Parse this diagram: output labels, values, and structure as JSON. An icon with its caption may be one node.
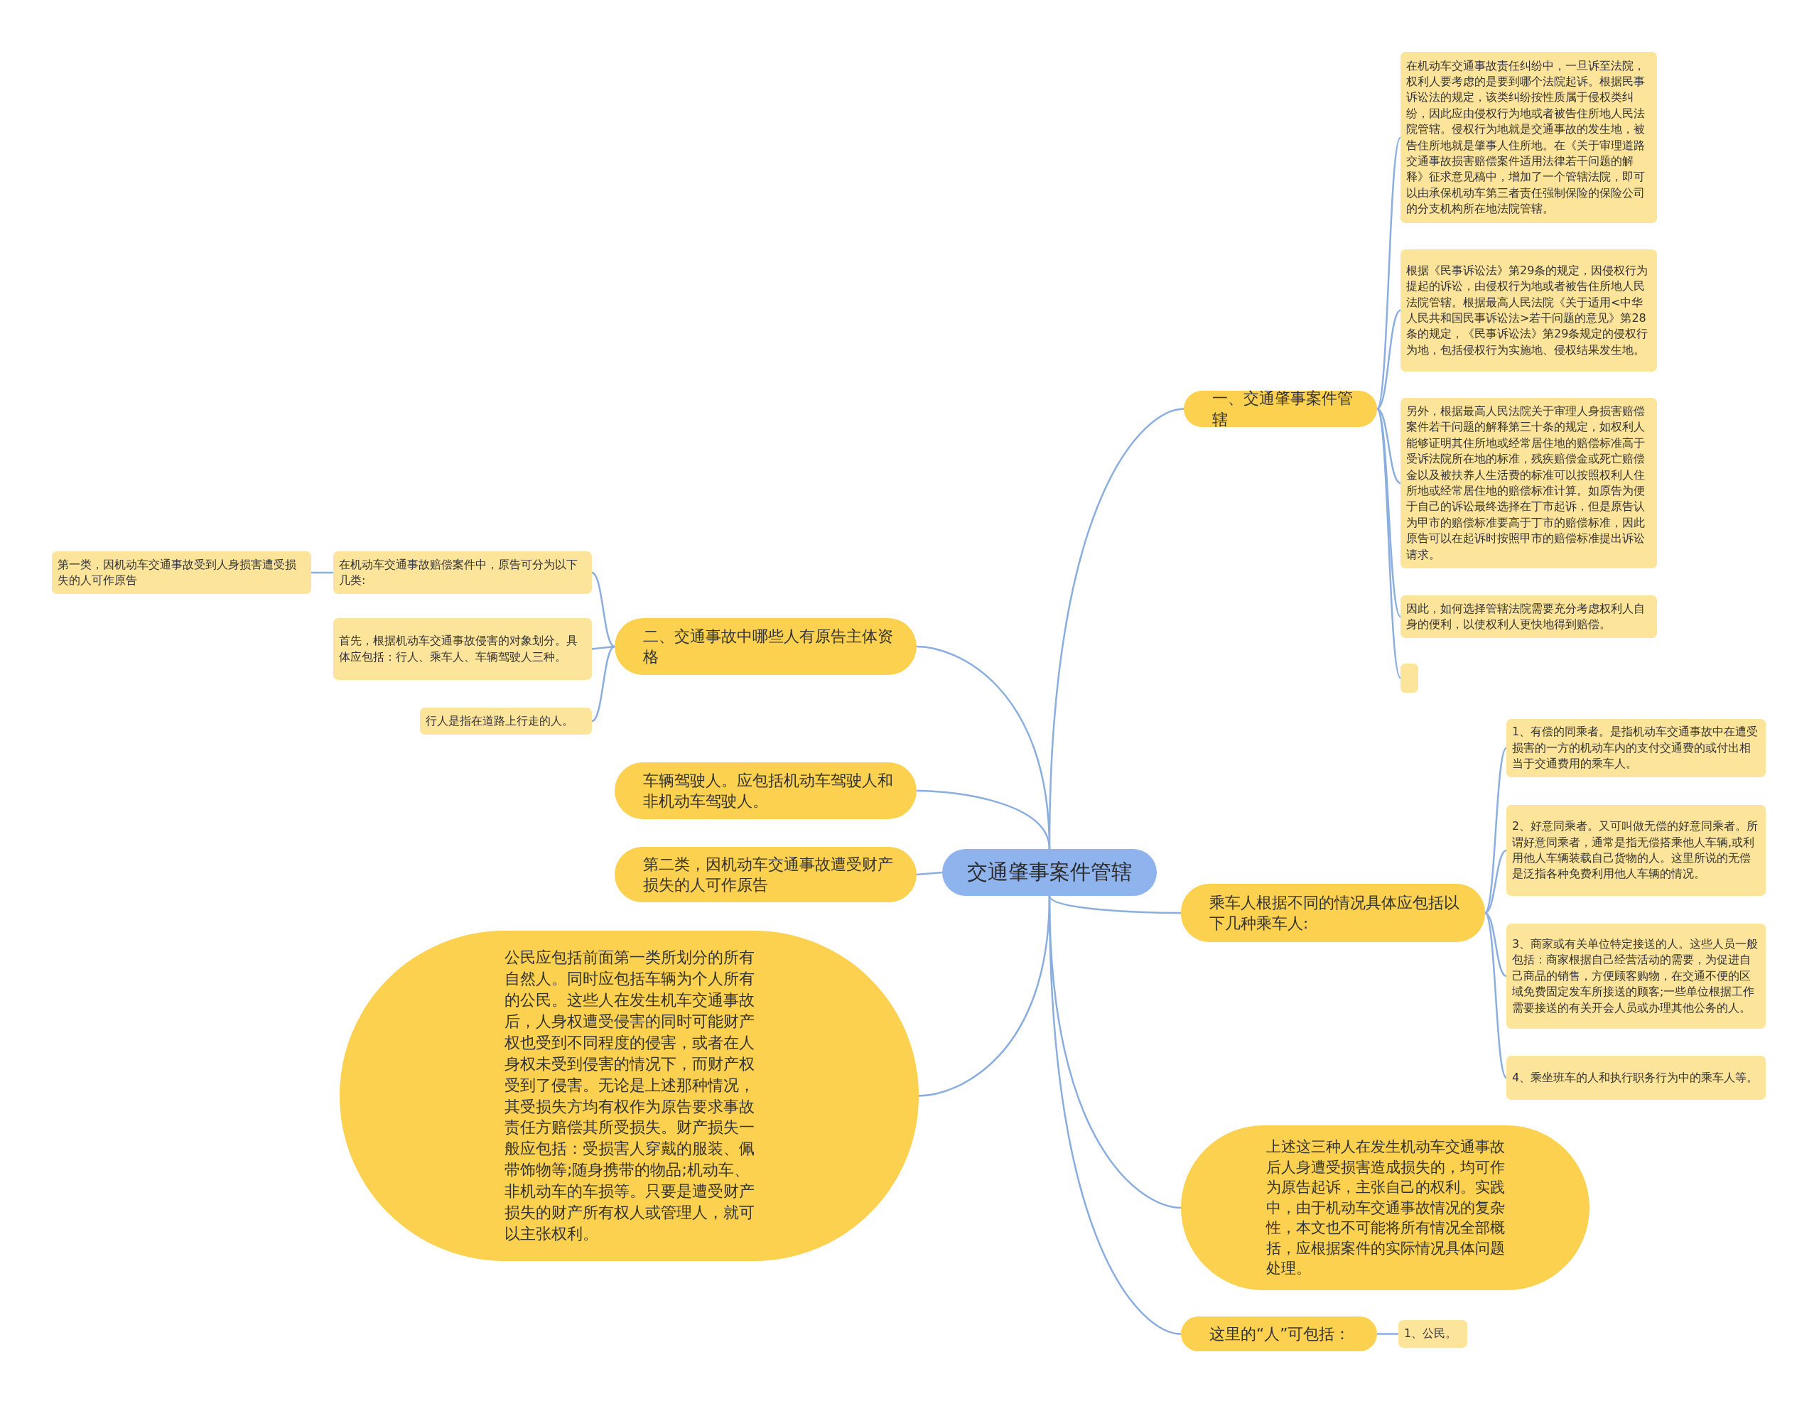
{
  "diagram": {
    "nodes": [
      {
        "text": [
          "交通肇事案件管辖"
        ]
      },
      {
        "text": [
          "一、交通肇事案件管辖"
        ]
      },
      {
        "text": [
          "在机动车交通事故责任纠纷中，一旦诉至法院，权利人要考虑的是要到哪个法院起诉。根据民事诉讼法的规定，该类纠纷按性质属于侵权类纠纷，因此应由侵权行为地或者被告住所地人民法院管辖。侵权行为地就是交通事故的发生地，被告住所地就是肇事人住所地。在《关于审理道路交通事故损害赔偿案件适用法律若干问题的解释》征求意见稿中，增加了一个管辖法院，即可以由承保机动车第三者责任强制保险的保险公司的分支机构所在地法院管辖。"
        ]
      },
      {
        "text": [
          "根据《民事诉讼法》第29条的规定，因侵权行为提起的诉讼，由侵权行为地或者被告住所地人民法院管辖。根据最高人民法院《关于适用<中华人民共和国民事诉讼法>若干问题的意见》第28条的规定，《民事诉讼法》第29条规定的侵权行为地，包括侵权行为实施地、侵权结果发生地。"
        ]
      },
      {
        "text": [
          "另外，根据最高人民法院关于审理人身损害赔偿案件若干问题的解释第三十条的规定，如权利人能够证明其住所地或经常居住地的赔偿标准高于受诉法院所在地的标准，残疾赔偿金或死亡赔偿金以及被扶养人生活费的标准可以按照权利人住所地或经常居住地的赔偿标准计算。如原告为便于自己的诉讼最终选择在丁市起诉，但是原告认为甲市的赔偿标准要高于丁市的赔偿标准，因此原告可以在起诉时按照甲市的赔偿标准提出诉讼请求。"
        ]
      },
      {
        "text": [
          "因此，如何选择管辖法院需要充分考虑权利人自身的便利，以使权利人更快地得到赔偿。"
        ]
      },
      {
        "text": [],
        "shape": "box"
      },
      {
        "text": [
          "二、交通事故中哪些人有原告主体资格"
        ]
      },
      {
        "text": [
          "在机动车交通事故赔偿案件中，原告可分为以下几类:"
        ]
      },
      {
        "text": [
          "第一类，因机动车交通事故受到人身损害遭受损失的人可作原告"
        ]
      },
      {
        "text": [
          "首先，根据机动车交通事故侵害的对象划分。具体应包括：行人、乘车人、车辆驾驶人三种。"
        ]
      },
      {
        "text": [
          "行人是指在道路上行走的人。"
        ]
      },
      {
        "text": [
          "车辆驾驶人。应包括机动车驾驶人和非机动车驾驶人。"
        ]
      },
      {
        "text": [
          "第二类，因机动车交通事故遭受财产损失的人可作原告"
        ]
      },
      {
        "text": [
          "公民应包括前面第一类所划分的所有自然人。同时应包括车辆为个人所有的公民。这些人在发生机车交通事故后，人身权遭受侵害的同时可能财产权也受到不同程度的侵害，或者在人身权未受到侵害的情况下，而财产权受到了侵害。无论是上述那种情况，其受损失方均有权作为原告要求事故责任方赔偿其所受损失。财产损失一般应包括：受损害人穿戴的服装、佩带饰物等;随身携带的物品;机动车、非机动车的车损等。只要是遭受财产损失的财产所有权人或管理人，就可以主张权利。"
        ]
      },
      {
        "text": [
          "乘车人根据不同的情况具体应包括以下几种乘车人:"
        ]
      },
      {
        "text": [
          "1、有偿的同乘者。是指机动车交通事故中在遭受损害的一方的机动车内的支付交通费的或付出相当于交通费用的乘车人。"
        ]
      },
      {
        "text": [
          "2、好意同乘者。又可叫做无偿的好意同乘者。所谓好意同乘者，通常是指无偿搭乘他人车辆,或利用他人车辆装载自己货物的人。这里所说的无偿是泛指各种免费利用他人车辆的情况。"
        ]
      },
      {
        "text": [
          "3、商家或有关单位特定接送的人。这些人员一般包括：商家根据自己经营活动的需要，为促进自己商品的销售，方便顾客购物，在交通不便的区域免费固定发车所接送的顾客;一些单位根据工作需要接送的有关开会人员或办理其他公务的人。"
        ]
      },
      {
        "text": [
          "4、乘坐班车的人和执行职务行为中的乘车人等。"
        ]
      },
      {
        "text": [
          "上述这三种人在发生机动车交通事故后人身遭受损害造成损失的，均可作为原告起诉，主张自己的权利。实践中，由于机动车交通事故情况的复杂性，本文也不可能将所有情况全部概括，应根据案件的实际情况具体问题处理。"
        ]
      },
      {
        "text": [
          "这里的“人”可包括："
        ]
      },
      {
        "text": [
          "1、公民。"
        ]
      }
    ],
    "edges": [
      {
        "from": 0,
        "to": 1,
        "arrow": "none"
      },
      {
        "from": 1,
        "to": 2,
        "arrow": "none"
      },
      {
        "from": 1,
        "to": 3,
        "arrow": "none"
      },
      {
        "from": 1,
        "to": 4,
        "arrow": "none"
      },
      {
        "from": 1,
        "to": 5,
        "arrow": "none"
      },
      {
        "from": 1,
        "to": 6,
        "arrow": "none"
      },
      {
        "from": 0,
        "to": 7,
        "arrow": "none"
      },
      {
        "from": 7,
        "to": 8,
        "arrow": "none"
      },
      {
        "from": 8,
        "to": 9,
        "arrow": "none"
      },
      {
        "from": 7,
        "to": 10,
        "arrow": "none"
      },
      {
        "from": 7,
        "to": 11,
        "arrow": "none"
      },
      {
        "from": 0,
        "to": 12,
        "arrow": "none"
      },
      {
        "from": 0,
        "to": 13,
        "arrow": "none"
      },
      {
        "from": 0,
        "to": 14,
        "arrow": "none"
      },
      {
        "from": 0,
        "to": 15,
        "arrow": "none"
      },
      {
        "from": 15,
        "to": 16,
        "arrow": "none"
      },
      {
        "from": 15,
        "to": 17,
        "arrow": "none"
      },
      {
        "from": 15,
        "to": 18,
        "arrow": "none"
      },
      {
        "from": 15,
        "to": 19,
        "arrow": "none"
      },
      {
        "from": 0,
        "to": 20,
        "arrow": "none"
      },
      {
        "from": 0,
        "to": 21,
        "arrow": "none"
      },
      {
        "from": 21,
        "to": 22,
        "arrow": "none"
      }
    ]
  }
}
